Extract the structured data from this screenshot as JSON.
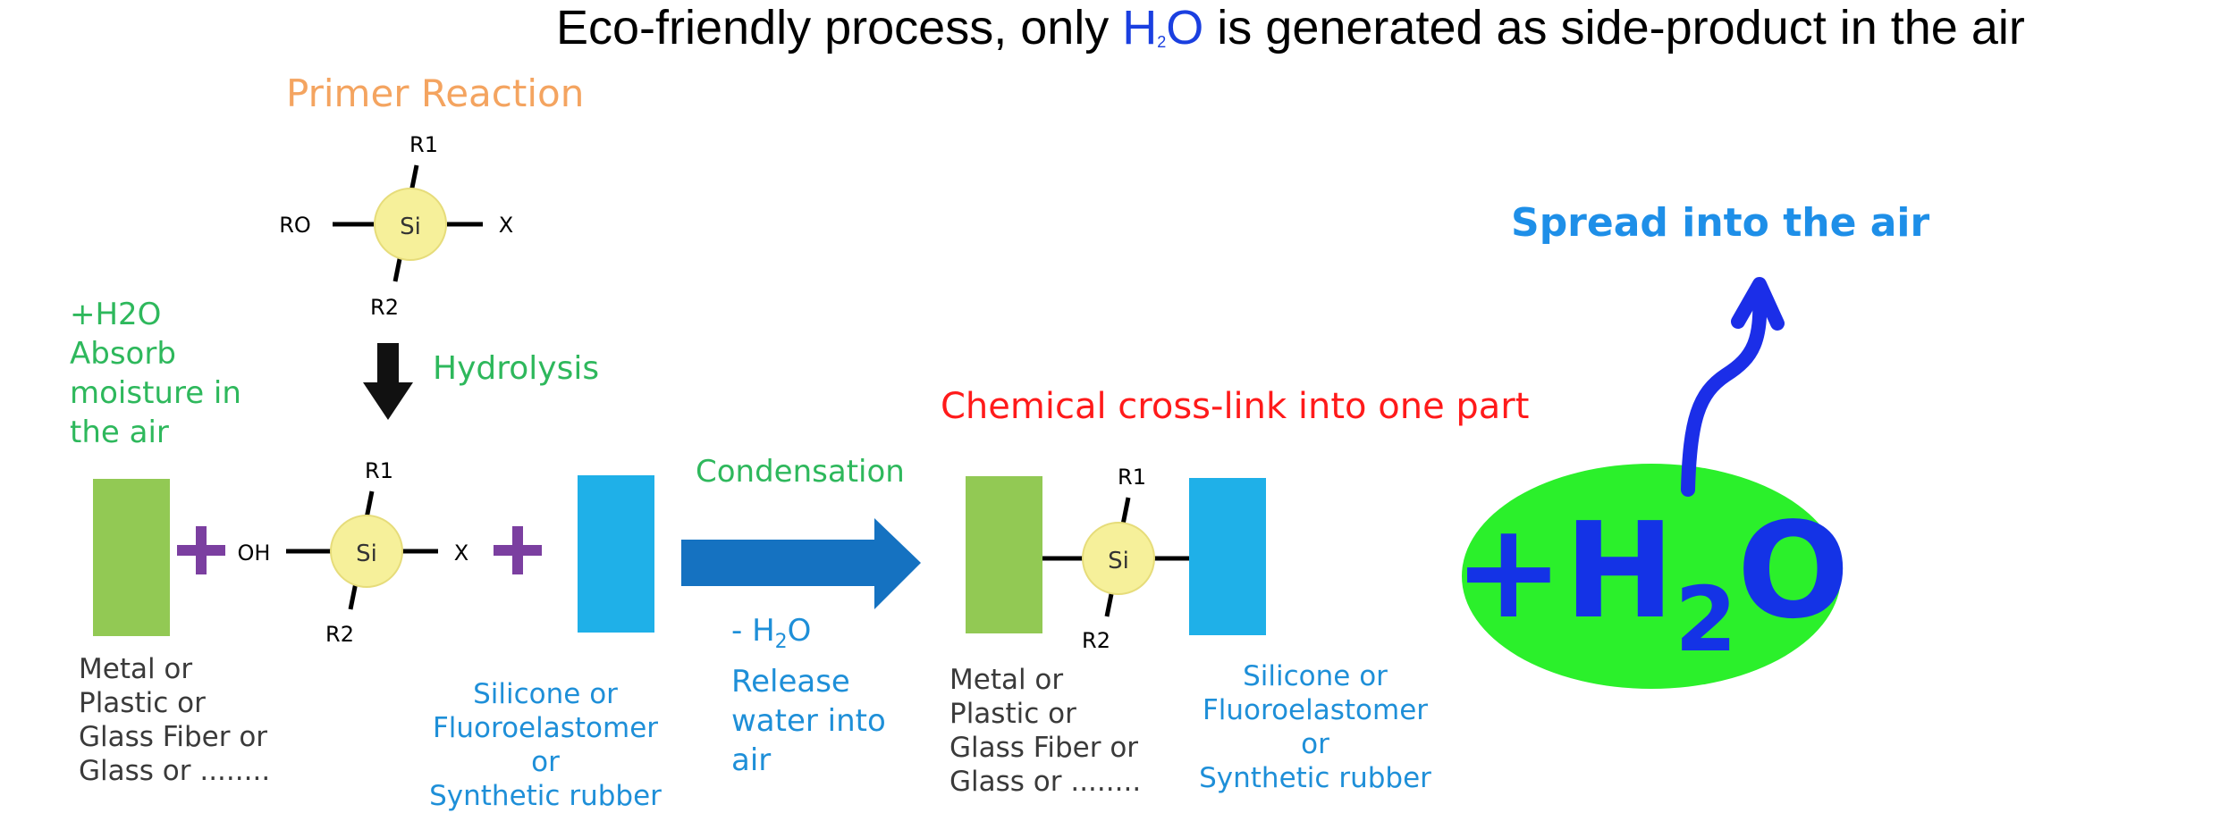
{
  "headline": {
    "before": "Eco-friendly process, only ",
    "h_letter": "H",
    "sub_digit": "2",
    "o_letter": "O",
    "after": " is generated as side-product in the air"
  },
  "primer": {
    "title": "Primer Reaction",
    "molecule": {
      "center": "Si",
      "top": "R1",
      "bottom": "R2",
      "left": "RO",
      "right": "X"
    }
  },
  "hydrolysis": {
    "label": "Hydrolysis"
  },
  "moisture": {
    "lines": [
      "+H2O",
      "Absorb",
      "moisture in",
      "the air"
    ]
  },
  "reactant": {
    "molecule": {
      "center": "Si",
      "top": "R1",
      "bottom": "R2",
      "left": "OH",
      "right": "X"
    },
    "substrate_lines": [
      "Metal or",
      "Plastic or",
      "Glass Fiber or",
      "Glass or ........"
    ],
    "rubber_lines": [
      "Silicone or",
      "Fluoroelastomer",
      "or",
      "Synthetic rubber"
    ]
  },
  "condensation": {
    "label": "Condensation",
    "release_h2o": {
      "prefix": "- H",
      "sub": "2",
      "suffix": "O"
    },
    "release_lines": [
      "Release",
      "water into",
      "air"
    ]
  },
  "product": {
    "title": "Chemical cross-link into one part",
    "molecule": {
      "center": "Si",
      "top": "R1",
      "bottom": "R2"
    },
    "substrate_lines": [
      "Metal or",
      "Plastic or",
      "Glass Fiber or",
      "Glass or ........"
    ],
    "rubber_lines": [
      "Silicone or",
      "Fluoroelastomer",
      "or",
      "Synthetic rubber"
    ]
  },
  "water": {
    "spread_label": "Spread into the air",
    "badge": {
      "prefix": "+H",
      "sub": "2",
      "suffix": "O"
    }
  },
  "colors": {
    "substrate": "#92c954",
    "rubber": "#1fb0e8",
    "plus": "#7b3fa0",
    "si_ball": "#f6f09a",
    "arrow_big": "#1572c1",
    "water_ellipse": "#2bf02b",
    "water_text": "#1433e6",
    "spread_arrow": "#1b2ee8"
  }
}
